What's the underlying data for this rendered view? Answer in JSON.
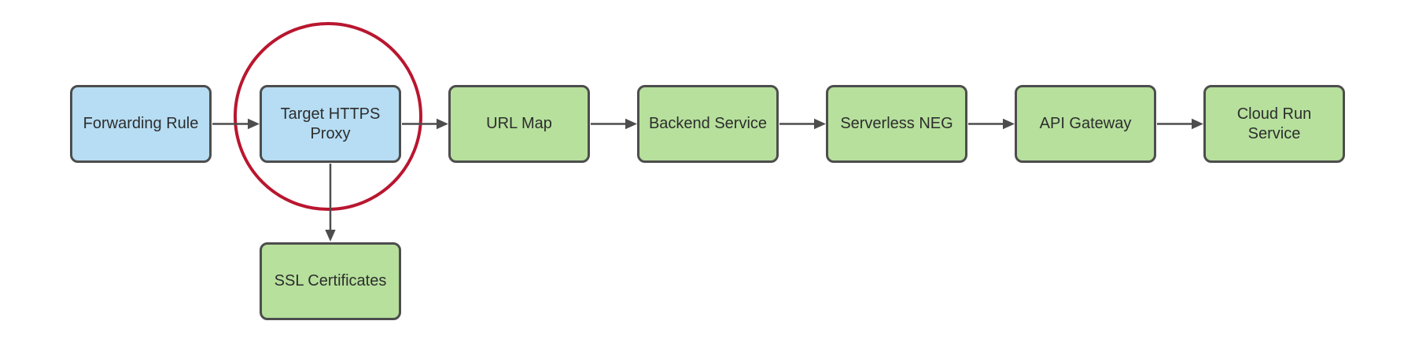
{
  "diagram": {
    "nodes": [
      {
        "id": "forwarding-rule",
        "label": "Forwarding Rule",
        "variant": "blue"
      },
      {
        "id": "target-https-proxy",
        "label": "Target HTTPS Proxy",
        "variant": "blue"
      },
      {
        "id": "url-map",
        "label": "URL Map",
        "variant": "green"
      },
      {
        "id": "backend-service",
        "label": "Backend Service",
        "variant": "green"
      },
      {
        "id": "serverless-neg",
        "label": "Serverless NEG",
        "variant": "green"
      },
      {
        "id": "api-gateway",
        "label": "API Gateway",
        "variant": "green"
      },
      {
        "id": "cloud-run-service",
        "label": "Cloud Run Service",
        "variant": "green"
      },
      {
        "id": "ssl-certificates",
        "label": "SSL Certificates",
        "variant": "green"
      }
    ],
    "edges": [
      {
        "from": "forwarding-rule",
        "to": "target-https-proxy"
      },
      {
        "from": "target-https-proxy",
        "to": "url-map"
      },
      {
        "from": "url-map",
        "to": "backend-service"
      },
      {
        "from": "backend-service",
        "to": "serverless-neg"
      },
      {
        "from": "serverless-neg",
        "to": "api-gateway"
      },
      {
        "from": "api-gateway",
        "to": "cloud-run-service"
      },
      {
        "from": "target-https-proxy",
        "to": "ssl-certificates"
      }
    ],
    "annotations": [
      {
        "type": "circle-highlight",
        "around": "target-https-proxy"
      }
    ]
  },
  "colors": {
    "background": "#ffffff",
    "node_blue_fill": "#b6ddf3",
    "node_green_fill": "#b6e09c",
    "node_border": "#4d4d4d",
    "node_text": "#2d2d2d",
    "connector": "#4d4d4d",
    "highlight_circle": "#b9162f"
  }
}
